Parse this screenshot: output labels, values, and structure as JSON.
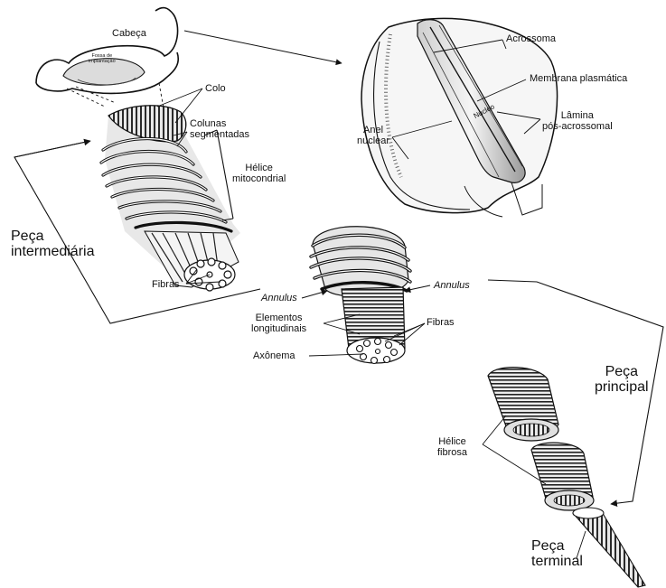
{
  "labels": {
    "cabeca": "Cabeça",
    "fossa": [
      "Fossa de",
      "implantação"
    ],
    "colo": "Colo",
    "colunas": [
      "Colunas",
      "segmentadas"
    ],
    "helice_mito": [
      "Hélice",
      "mitocondrial"
    ],
    "peca_intermediaria": [
      "Peça",
      "intermediária"
    ],
    "fibras_1": "Fibras",
    "acrossoma": "Acrossoma",
    "membrana": "Membrana plasmática",
    "lamina": [
      "Lâmina",
      "pós-acrossomal"
    ],
    "anel": [
      "Anel",
      "nuclear"
    ],
    "nucleo": [
      "N",
      "ú",
      "c",
      "l",
      "e",
      "o"
    ],
    "annulus_1": "Annulus",
    "annulus_2": "Annulus",
    "elementos": [
      "Elementos",
      "longitudinais"
    ],
    "fibras_2": "Fibras",
    "axonema": "Axônema",
    "peca_principal": [
      "Peça",
      "principal"
    ],
    "helice_fibrosa": [
      "Hélice",
      "fibrosa"
    ],
    "peca_terminal": [
      "Peça",
      "terminal"
    ]
  }
}
